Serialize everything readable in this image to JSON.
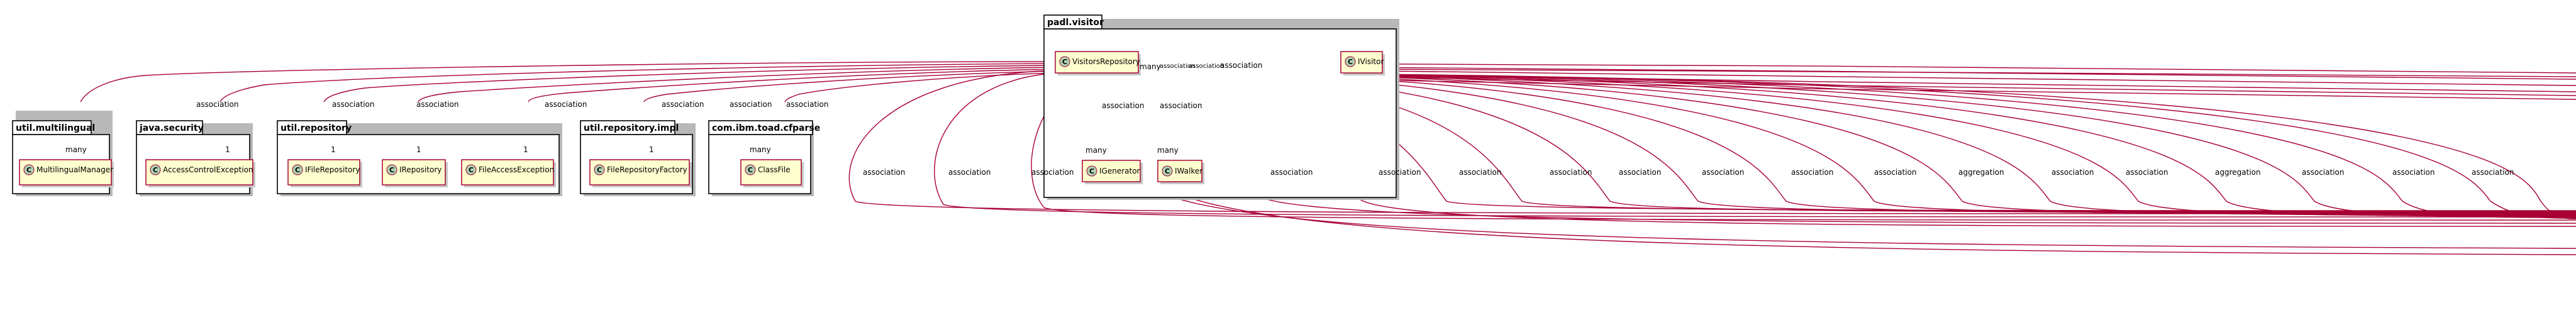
{
  "packages": [
    {
      "id": "pkg-util-multilingual",
      "name": "util.multilingual"
    },
    {
      "id": "pkg-java-security",
      "name": "java.security"
    },
    {
      "id": "pkg-util-repository",
      "name": "util.repository"
    },
    {
      "id": "pkg-util-repository-impl",
      "name": "util.repository.impl"
    },
    {
      "id": "pkg-com-ibm-toad-cfparse",
      "name": "com.ibm.toad.cfparse"
    },
    {
      "id": "pkg-padl-visitor",
      "name": "padl.visitor"
    }
  ],
  "classes": [
    {
      "id": "multilingualmanager",
      "name": "MultilingualManager"
    },
    {
      "id": "accesscontrolexception",
      "name": "AccessControlException"
    },
    {
      "id": "ifilerepository",
      "name": "IFileRepository"
    },
    {
      "id": "irepository",
      "name": "IRepository"
    },
    {
      "id": "fileaccessexception",
      "name": "FileAccessException"
    },
    {
      "id": "filerepositoryfactory",
      "name": "FileRepositoryFactory"
    },
    {
      "id": "classfile",
      "name": "ClassFile"
    },
    {
      "id": "visitorsrepository",
      "name": "VisitorsRepository"
    },
    {
      "id": "ivisitor",
      "name": "IVisitor"
    },
    {
      "id": "igenerator",
      "name": "IGenerator"
    },
    {
      "id": "iwalker",
      "name": "IWalker"
    }
  ],
  "class_marker": "C",
  "relations": {
    "top_labels": [
      "association",
      "association",
      "association",
      "association",
      "association",
      "association",
      "association"
    ],
    "multiplicities": [
      "many",
      "1",
      "1",
      "1",
      "1",
      "1",
      "many",
      "many",
      "many",
      "many"
    ],
    "inner_labels": [
      "association",
      "association"
    ],
    "self_labels": [
      "association",
      "association"
    ],
    "ivisitor_label": "association",
    "bottom_labels": [
      "association",
      "association",
      "association",
      "association",
      "association",
      "association",
      "association",
      "association",
      "association",
      "association",
      "association",
      "aggregation",
      "association",
      "association",
      "aggregation",
      "association",
      "association",
      "association"
    ]
  }
}
